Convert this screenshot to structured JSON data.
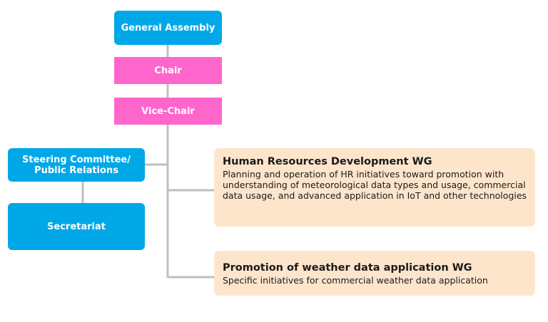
{
  "diagram": {
    "general_assembly": "General Assembly",
    "chair": "Chair",
    "vice_chair": "Vice-Chair",
    "steering_committee": "Steering Committee/\nPublic Relations",
    "secretariat": "Secretariat",
    "working_groups": [
      {
        "title": "Human Resources Development WG",
        "description": "Planning and operation of HR initiatives toward promotion with understanding of meteorological data types and usage, commercial data usage, and advanced application in IoT and other technologies"
      },
      {
        "title": "Promotion of weather data application WG",
        "description": "Specific initiatives for commercial weather data application"
      }
    ],
    "colors": {
      "blue_box": "#00a8e8",
      "pink_box": "#ff66cc",
      "wg_box": "#fde5cc",
      "connector": "#bfbfbf"
    }
  }
}
